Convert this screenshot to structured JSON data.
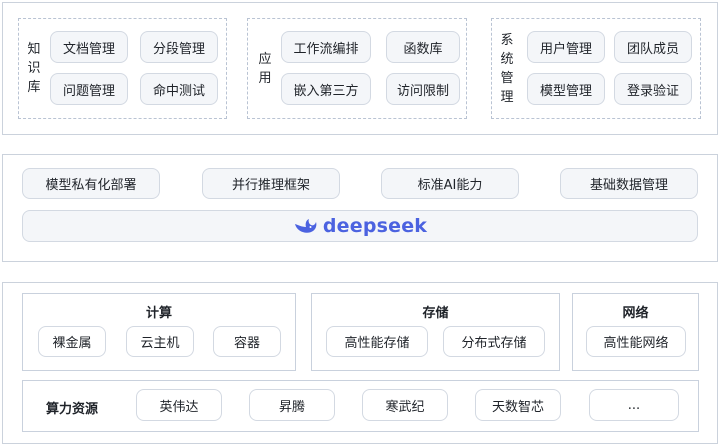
{
  "top": {
    "knowledge": {
      "label": [
        "知",
        "识",
        "库"
      ],
      "items": [
        "文档管理",
        "分段管理",
        "问题管理",
        "命中测试"
      ]
    },
    "app": {
      "label": [
        "应",
        "用"
      ],
      "items": [
        "工作流编排",
        "函数库",
        "嵌入第三方",
        "访问限制"
      ]
    },
    "system": {
      "label": [
        "系",
        "统",
        "管",
        "理"
      ],
      "items": [
        "用户管理",
        "团队成员",
        "模型管理",
        "登录验证"
      ]
    }
  },
  "middle": {
    "items": [
      "模型私有化部署",
      "并行推理框架",
      "标准AI能力",
      "基础数据管理"
    ],
    "logo_text": "deepseek",
    "colors": {
      "logo": "#4b62e0"
    }
  },
  "bottom": {
    "compute": {
      "title": "计算",
      "items": [
        "裸金属",
        "云主机",
        "容器"
      ]
    },
    "storage": {
      "title": "存储",
      "items": [
        "高性能存储",
        "分布式存储"
      ]
    },
    "network": {
      "title": "网络",
      "items": [
        "高性能网络"
      ]
    },
    "resources": {
      "title": "算力资源",
      "items": [
        "英伟达",
        "昇腾",
        "寒武纪",
        "天数智芯",
        "..."
      ]
    }
  }
}
